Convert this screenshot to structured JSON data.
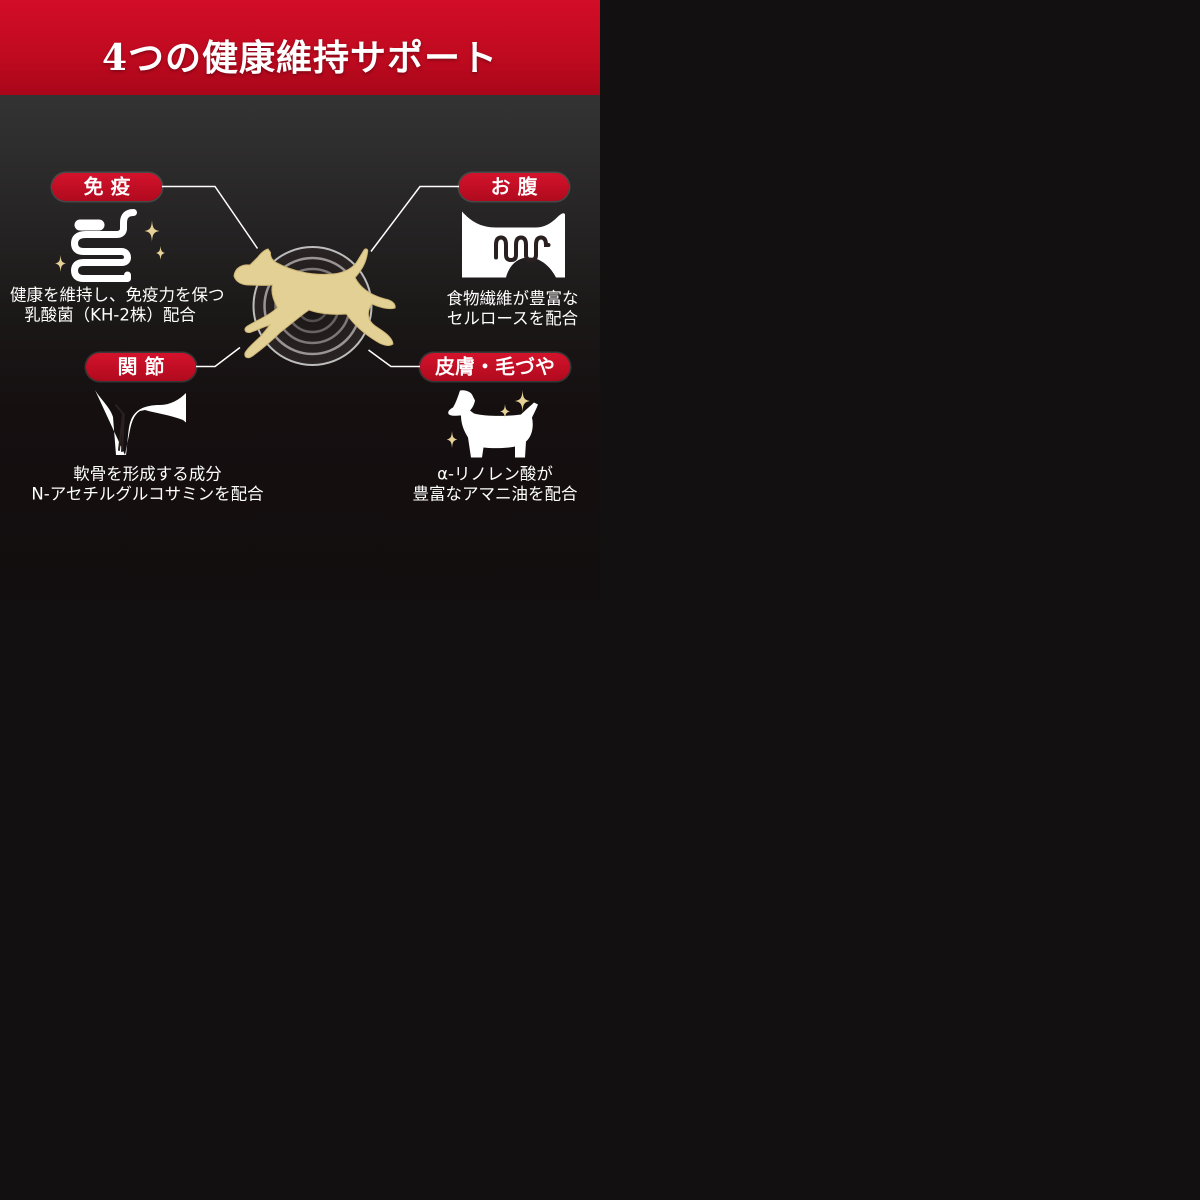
{
  "title": "4つの健康維持サポート",
  "colors": {
    "header_red": "#c70c22",
    "pill_red": "#c3102a",
    "dog_gold": "#e2cf95"
  },
  "sections": [
    {
      "key": "immunity",
      "label": "免 疫",
      "icon": "intestine-icon",
      "desc_lines": [
        "健康を維持し、免疫力を保つ",
        "乳酸菌（KH-2株）配合"
      ]
    },
    {
      "key": "belly",
      "label": "お 腹",
      "icon": "stomach-fiber-icon",
      "desc_lines": [
        "食物繊維が豊富な",
        "セルロースを配合"
      ]
    },
    {
      "key": "joints",
      "label": "関 節",
      "icon": "leg-joint-icon",
      "desc_lines": [
        "軟骨を形成する成分",
        "N-アセチルグルコサミンを配合"
      ]
    },
    {
      "key": "skin_coat",
      "label": "皮膚・毛づや",
      "icon": "shiny-dog-icon",
      "desc_lines": [
        "α-リノレン酸が",
        "豊富なアマニ油を配合"
      ]
    }
  ],
  "center_icon": "running-dog-icon"
}
